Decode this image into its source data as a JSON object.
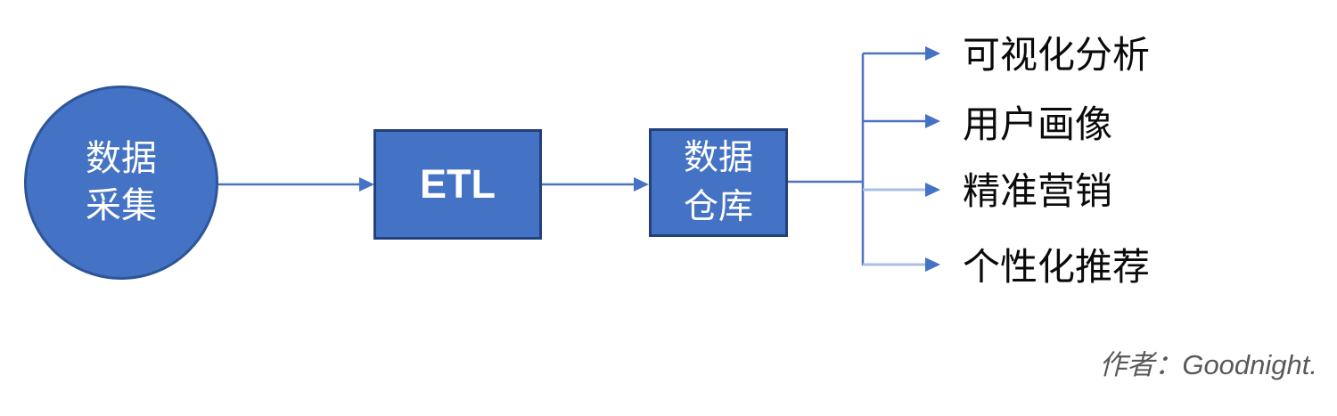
{
  "nodes": {
    "data_collection": {
      "label": "数据\n采集",
      "shape": "circle"
    },
    "etl": {
      "label": "ETL",
      "shape": "rectangle"
    },
    "data_warehouse": {
      "label": "数据\n仓库",
      "shape": "rectangle"
    }
  },
  "outputs": [
    {
      "label": "可视化分析"
    },
    {
      "label": "用户画像"
    },
    {
      "label": "精准营销"
    },
    {
      "label": "个性化推荐"
    }
  ],
  "footer": {
    "author": "作者：Goodnight."
  },
  "colors": {
    "node_fill": "#4472C4",
    "circle_border": "#2E5597",
    "box_border": "#24417B",
    "connector": "#4C73BE",
    "connector_light": "#A9BFE4",
    "arrowhead": "#4472C4",
    "node_text": "#FFFFFF",
    "label_text": "#0A0A0A",
    "author_text": "#595959"
  }
}
